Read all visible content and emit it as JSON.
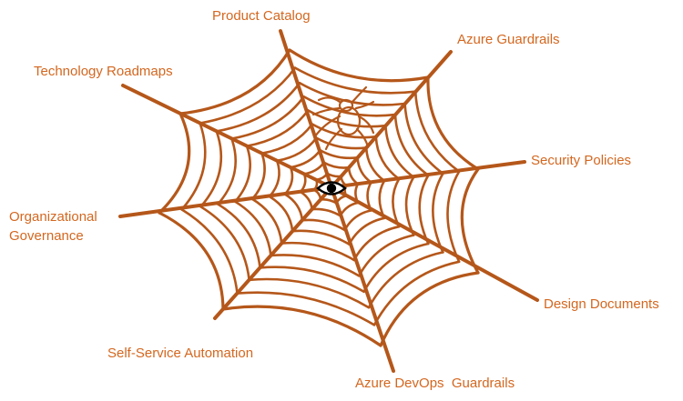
{
  "colors": {
    "web": "#b5571a",
    "label": "#d4671f",
    "eye": "#000000",
    "background": "#ffffff"
  },
  "hub_icon": "eye-icon",
  "spider_icon": "spider-icon",
  "labels": {
    "product_catalog": "Product Catalog",
    "azure_guardrails": "Azure Guardrails",
    "technology_roadmaps": "Technology Roadmaps",
    "security_policies": "Security Policies",
    "organizational": "Organizational",
    "governance": "Governance",
    "design_documents": "Design Documents",
    "self_service_automation": "Self-Service Automation",
    "azure_devops_guardrails": "Azure DevOps  Guardrails"
  }
}
